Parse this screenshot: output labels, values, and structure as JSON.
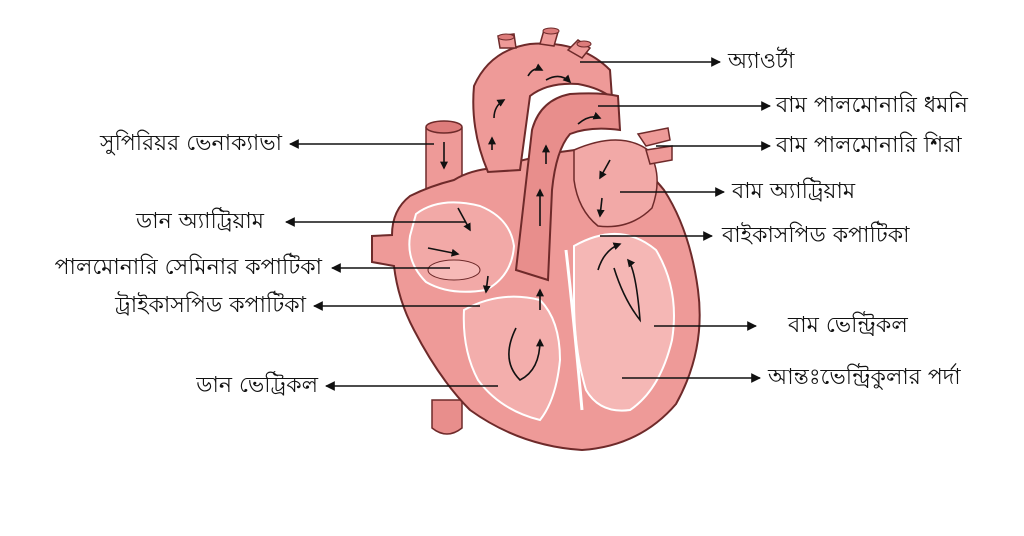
{
  "labels": {
    "aorta": "অ্যাওর্টা",
    "left_pulmonary_artery": "বাম পালমোনারি ধমনি",
    "left_pulmonary_vein": "বাম পালমোনারি শিরা",
    "left_atrium": "বাম অ্যাট্রিয়াম",
    "bicuspid_valve": "বাইকাসপিড কপাটিকা",
    "left_ventricle": "বাম ভেন্ট্রিকল",
    "interventricular_septum": "আন্তঃভেন্ট্রিকুলার পর্দা",
    "superior_vena_cava": "সুপিরিয়র ভেনাক্যাভা",
    "right_atrium": "ডান অ্যাট্রিয়াম",
    "pulmonary_semilunar_valve": "পালমোনারি সেমিনার কপাটিকা",
    "tricuspid_valve": "ট্রাইকাসপিড কপাটিকা",
    "right_ventricle": "ডান ভেট্রিকল"
  },
  "colors": {
    "heart_fill": "#ee9a98",
    "heart_dark": "#dd7c7b",
    "heart_light": "#f8c3c1",
    "outline": "#6e2a2a",
    "arrow": "#111111"
  }
}
